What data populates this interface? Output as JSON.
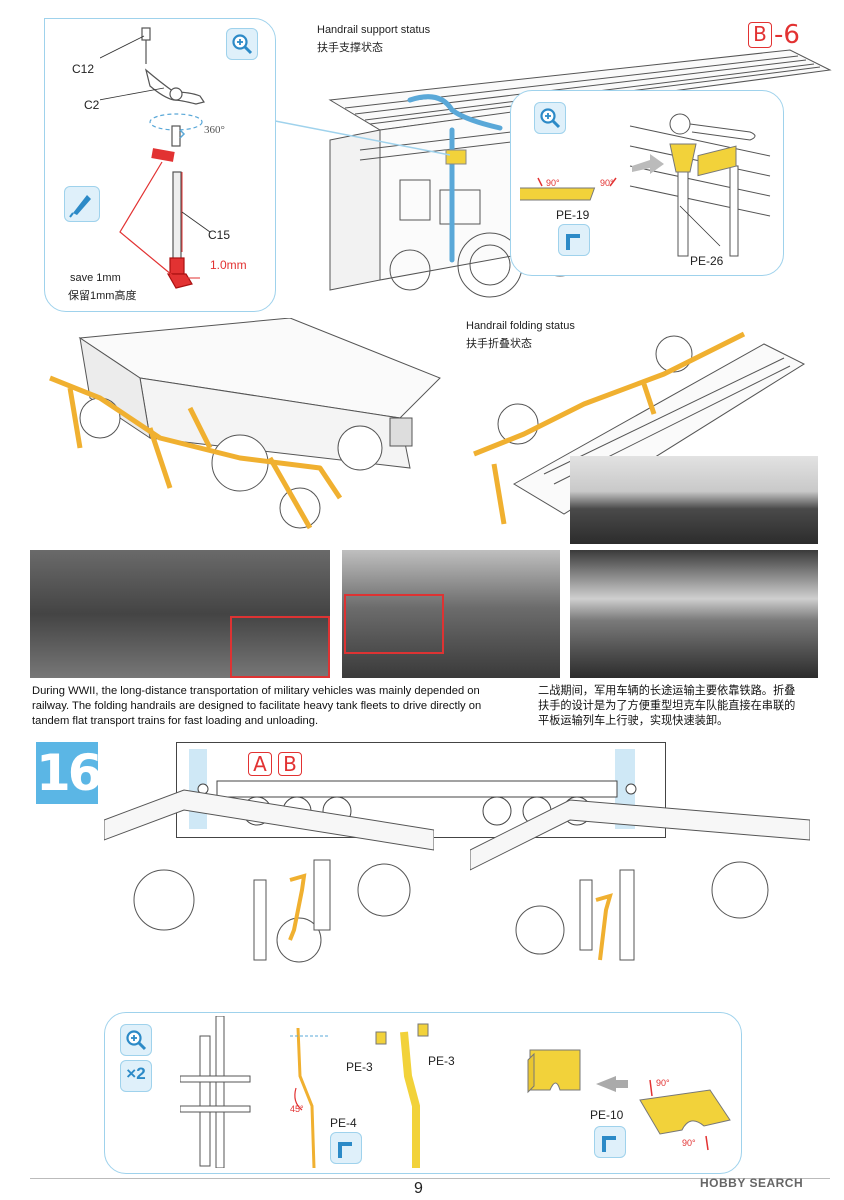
{
  "page": {
    "number": "9",
    "section_badge": {
      "letter": "B",
      "suffix": "-6"
    },
    "watermark": "HOBBY SEARCH"
  },
  "top_detail": {
    "parts": {
      "c12": "C12",
      "c2": "C2",
      "c15": "C15"
    },
    "rotation": "360°",
    "dimension": "1.0mm",
    "note_en": "save 1mm",
    "note_zh": "保留1mm高度"
  },
  "support_status": {
    "title_en": "Handrail support status",
    "title_zh": "扶手支撑状态",
    "pe19": "PE-19",
    "pe26": "PE-26",
    "angle_left": "90°",
    "angle_right": "90°"
  },
  "folding_status": {
    "title_en": "Handrail folding status",
    "title_zh": "扶手折叠状态"
  },
  "history": {
    "caption_en_1": "During WWII, the long-distance transportation of military vehicles was mainly depended on",
    "caption_en_2": "railway. The folding handrails are designed to facilitate heavy tank fleets to drive directly on",
    "caption_en_3": "tandem flat transport trains for fast loading and unloading.",
    "caption_zh_1": "二战期间，军用车辆的长途运输主要依靠铁路。折叠",
    "caption_zh_2": "扶手的设计是为了方便重型坦克车队能直接在串联的",
    "caption_zh_3": "平板运输列车上行驶，实现快速装卸。"
  },
  "step16": {
    "number": "16",
    "badge_a": "A",
    "badge_b": "B",
    "multiplier": "×2",
    "pe3_left": "PE-3",
    "pe3_right": "PE-3",
    "pe4": "PE-4",
    "pe10": "PE-10",
    "angle_bend": "45°",
    "angle_a": "90°",
    "angle_b": "90°"
  },
  "colors": {
    "accent_blue": "#5bb6e5",
    "panel_border": "#9fd2ec",
    "highlight_yellow": "#f2d23a",
    "orange_rail": "#f0b030",
    "red": "#e23232"
  }
}
